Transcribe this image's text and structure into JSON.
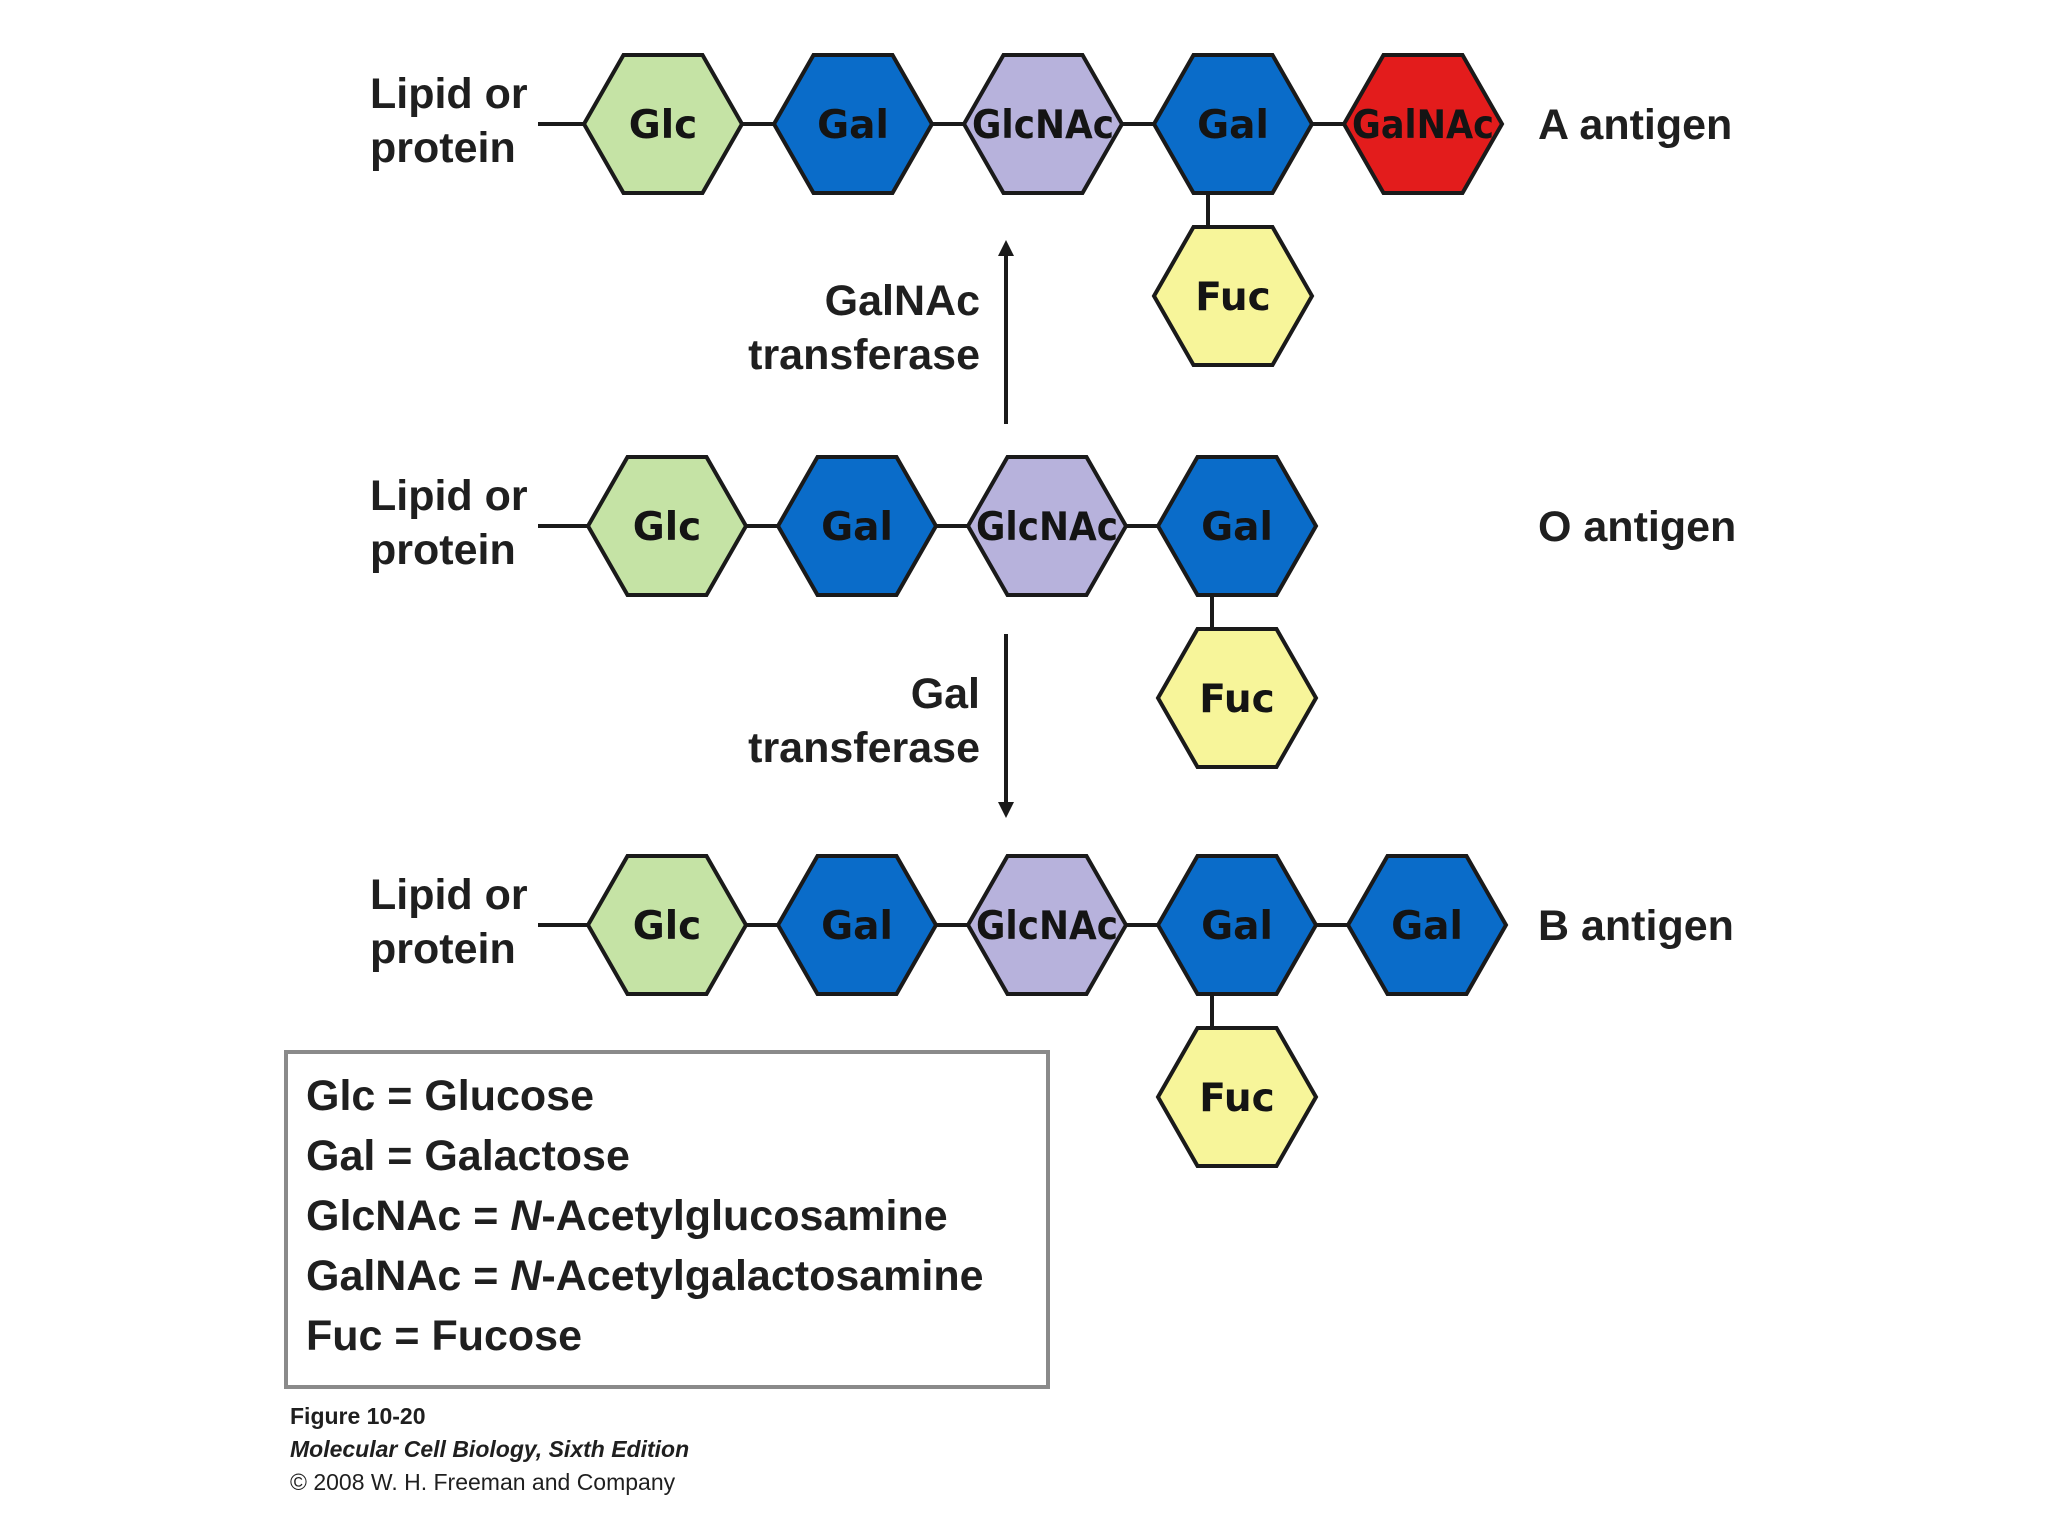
{
  "rows": [
    {
      "attach_label": [
        "Lipid or",
        "protein"
      ],
      "residues": [
        {
          "label": "Glc",
          "color": "#c5e3a5"
        },
        {
          "label": "Gal",
          "color": "#0a6cc9"
        },
        {
          "label": "GlcNAc",
          "color": "#b7b2dc"
        },
        {
          "label": "Gal",
          "color": "#0a6cc9"
        },
        {
          "label": "GalNAc",
          "color": "#e31c1c"
        }
      ],
      "branch": {
        "label": "Fuc",
        "color": "#f7f59a"
      },
      "name": "A antigen"
    },
    {
      "attach_label": [
        "Lipid or",
        "protein"
      ],
      "residues": [
        {
          "label": "Glc",
          "color": "#c5e3a5"
        },
        {
          "label": "Gal",
          "color": "#0a6cc9"
        },
        {
          "label": "GlcNAc",
          "color": "#b7b2dc"
        },
        {
          "label": "Gal",
          "color": "#0a6cc9"
        }
      ],
      "branch": {
        "label": "Fuc",
        "color": "#f7f59a"
      },
      "name": "O antigen"
    },
    {
      "attach_label": [
        "Lipid or",
        "protein"
      ],
      "residues": [
        {
          "label": "Glc",
          "color": "#c5e3a5"
        },
        {
          "label": "Gal",
          "color": "#0a6cc9"
        },
        {
          "label": "GlcNAc",
          "color": "#b7b2dc"
        },
        {
          "label": "Gal",
          "color": "#0a6cc9"
        },
        {
          "label": "Gal",
          "color": "#0a6cc9"
        }
      ],
      "branch": {
        "label": "Fuc",
        "color": "#f7f59a"
      },
      "name": "B antigen"
    }
  ],
  "arrows": [
    {
      "direction": "up",
      "label": [
        "GalNAc",
        "transferase"
      ]
    },
    {
      "direction": "down",
      "label": [
        "Gal",
        "transferase"
      ]
    }
  ],
  "legend": [
    {
      "abbr": "Glc",
      "eq": " = ",
      "name": "Glucose"
    },
    {
      "abbr": "Gal",
      "eq": " = ",
      "name": "Galactose"
    },
    {
      "abbr": "GlcNAc",
      "eq": " = ",
      "prefix": "N",
      "name": "-Acetylglucosamine"
    },
    {
      "abbr": "GalNAc",
      "eq": " = ",
      "prefix": "N",
      "name": "-Acetylgalactosamine"
    },
    {
      "abbr": "Fuc",
      "eq": " = ",
      "name": "Fucose"
    }
  ],
  "caption": {
    "figure": "Figure 10-20",
    "book": "Molecular Cell Biology, Sixth Edition",
    "copyright": "© 2008 W. H. Freeman and Company"
  },
  "colors": {
    "stroke": "#1a1a1a",
    "text": "#1f1f1f",
    "legend_border": "#8a8a8a"
  }
}
